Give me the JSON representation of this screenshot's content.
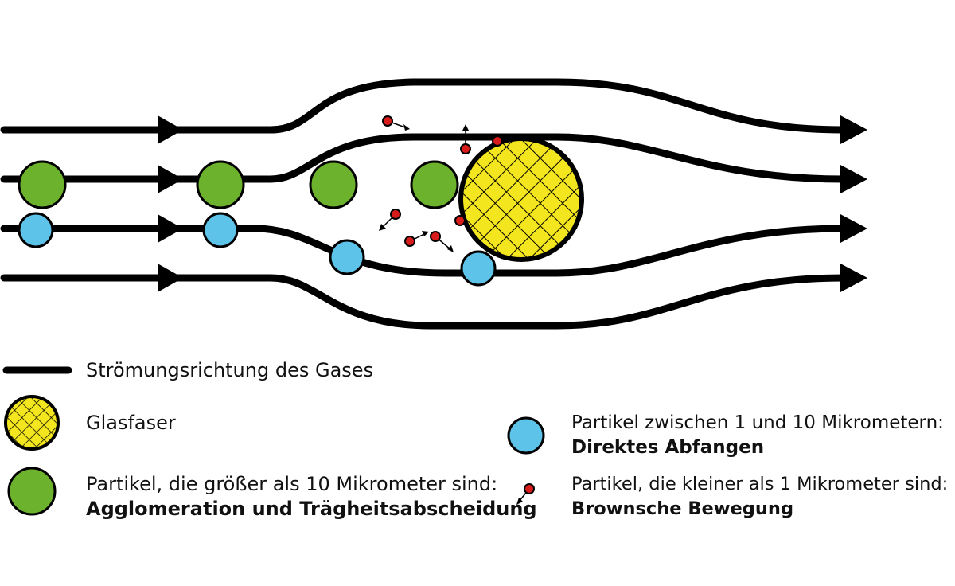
{
  "legend": {
    "flow": {
      "label": "Strömungsrichtung des Gases",
      "icon": "flow-line-icon"
    },
    "fiber": {
      "label": "Glasfaser",
      "icon": "glass-fiber-icon"
    },
    "large": {
      "label": "Partikel, die größer als 10 Mikrometer sind:",
      "mechanism": "Agglomeration und Trägheitsabscheidung",
      "icon": "large-particle-icon"
    },
    "medium": {
      "label": "Partikel zwischen 1 und 10 Mikrometern:",
      "mechanism": "Direktes Abfangen",
      "icon": "medium-particle-icon"
    },
    "small": {
      "label": "Partikel, die kleiner als 1 Mikrometer sind:",
      "mechanism": "Brownsche Bewegung",
      "icon": "small-particle-icon"
    }
  },
  "colors": {
    "line": "#000000",
    "fiber_fill": "#f4e61e",
    "large_particle": "#6db22c",
    "medium_particle": "#5ec3e8",
    "small_particle": "#d81b1b"
  }
}
